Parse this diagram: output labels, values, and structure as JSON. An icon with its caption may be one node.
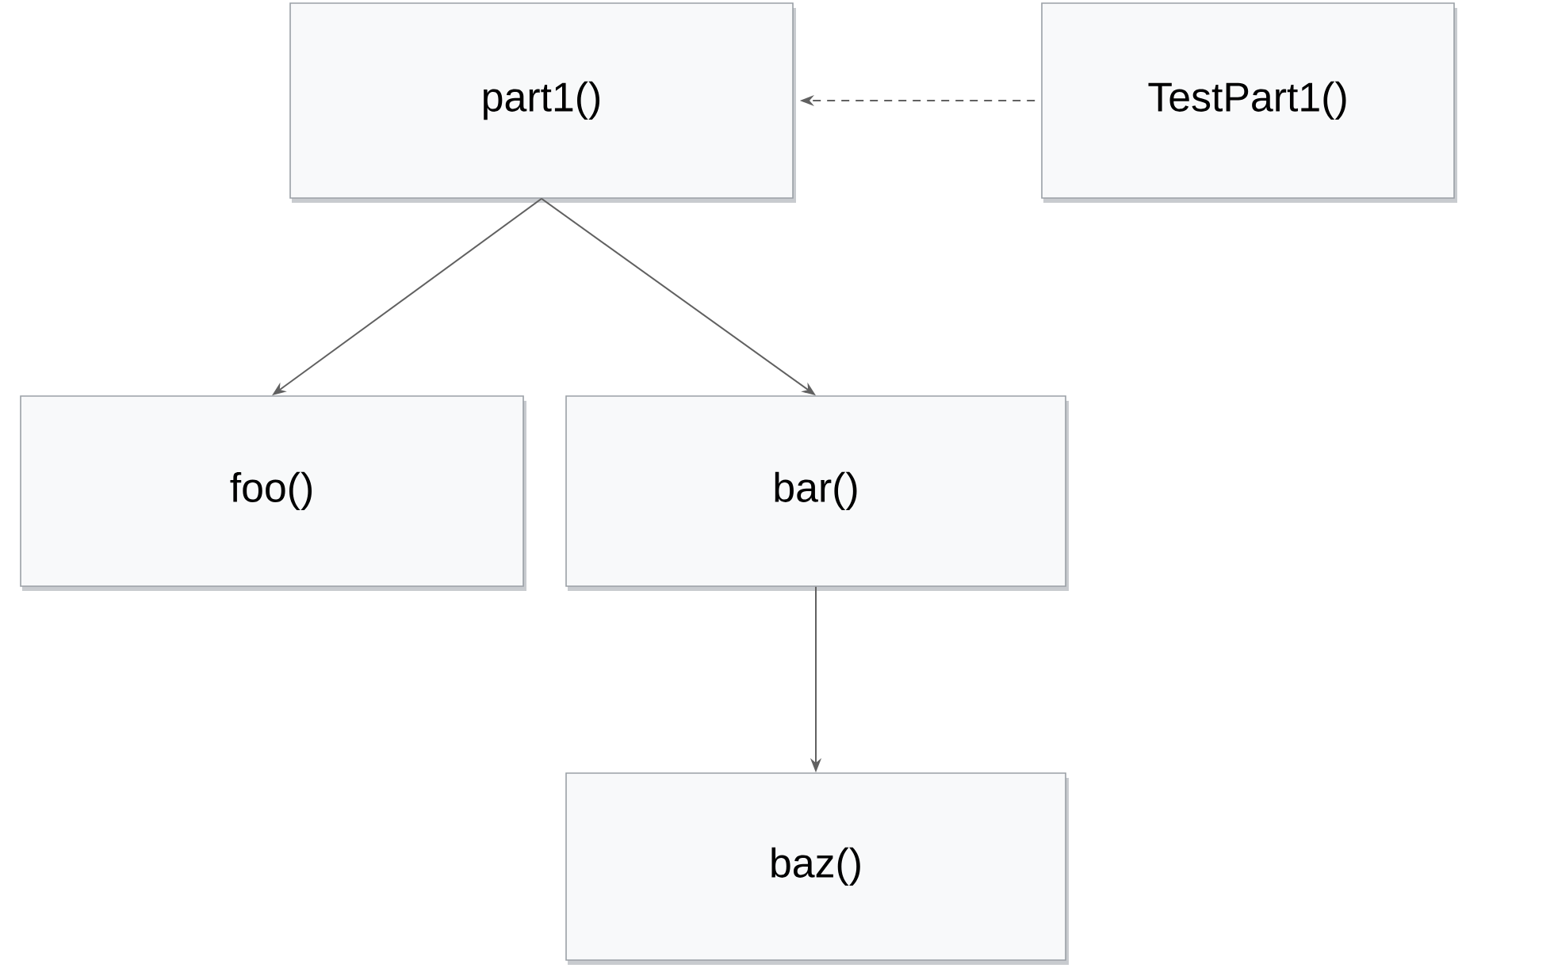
{
  "diagram": {
    "nodes": [
      {
        "text": [
          "part1()"
        ]
      },
      {
        "text": [
          "TestPart1()"
        ]
      },
      {
        "text": [
          "foo()"
        ]
      },
      {
        "text": [
          "bar()"
        ]
      },
      {
        "text": [
          "baz()"
        ]
      }
    ],
    "edges": [
      {
        "from": 1,
        "to": 0,
        "arrow": "to",
        "style": "dashed"
      },
      {
        "from": 0,
        "to": 2,
        "arrow": "to"
      },
      {
        "from": 0,
        "to": 3,
        "arrow": "to"
      },
      {
        "from": 3,
        "to": 4,
        "arrow": "to"
      }
    ]
  }
}
